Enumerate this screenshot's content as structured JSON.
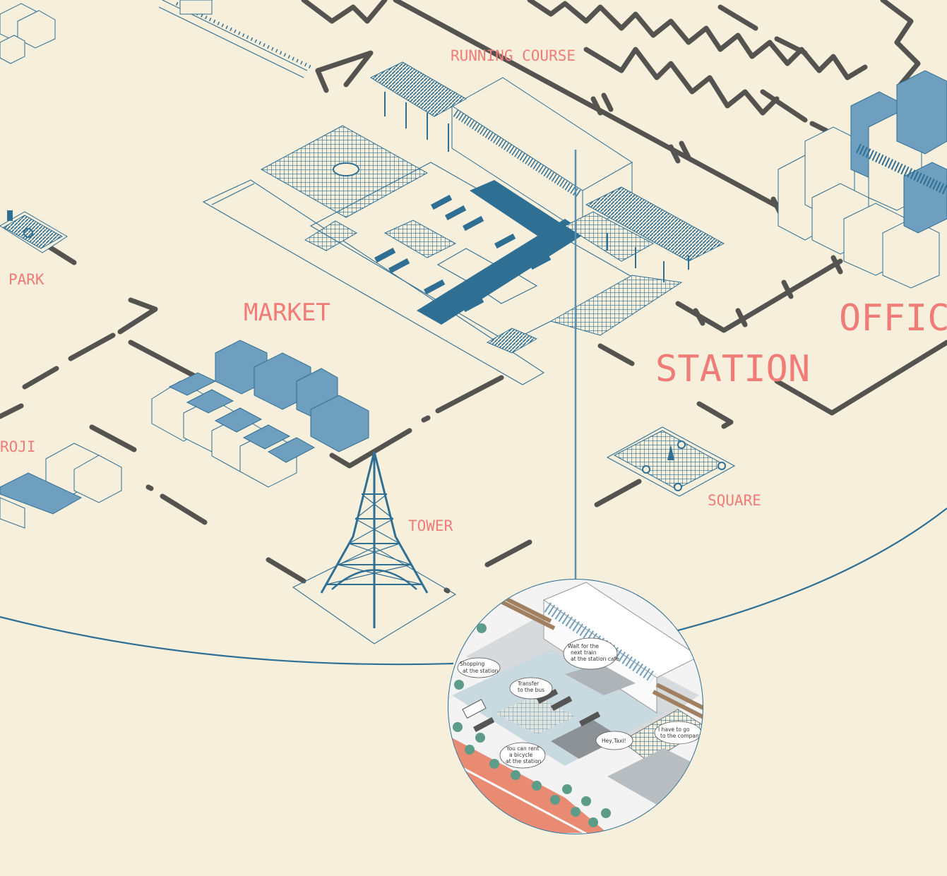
{
  "colors": {
    "background": "#f6efdc",
    "label": "#f07c78",
    "path": "#555350",
    "building": "#2f6f94",
    "circle_line": "#2f6f94"
  },
  "labels": {
    "running_course": "RUNNING COURSE",
    "park": "PARK",
    "market": "MARKET",
    "station": "STATION",
    "office": "OFFICE",
    "roji": "ROJI",
    "square": "SQUARE",
    "tower": "TOWER"
  },
  "detail_bubbles": [
    "Wait for the next train at the station cafe",
    "Shopping at the station",
    "Transfer to the bus",
    "I have to go to the company",
    "Hey,Taxi!",
    "You can rent a bicycle at the station"
  ],
  "bubble_lines": {
    "cafe": [
      "Wait for the",
      "next train",
      "at the station cafe"
    ],
    "shopping": [
      "Shopping",
      "at the station"
    ],
    "bus": [
      "Transfer",
      "to the bus"
    ],
    "company": [
      "I have to go",
      "to the company"
    ],
    "taxi": [
      "Hey,Taxi!"
    ],
    "bicycle": [
      "You can rent",
      "a bicycle",
      "at the station"
    ]
  }
}
